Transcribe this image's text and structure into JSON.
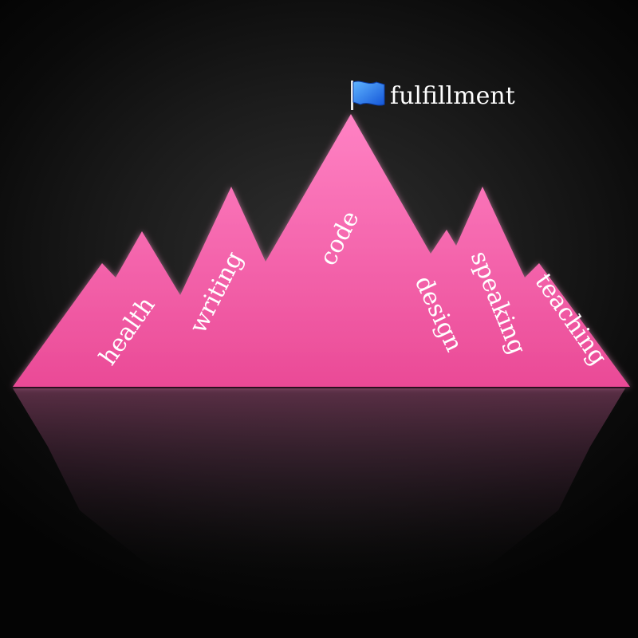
{
  "summit": {
    "label": "fulfillment",
    "icon": "flag-icon",
    "icon_color": "#1e6cf0"
  },
  "peaks": {
    "health": "health",
    "writing": "writing",
    "code": "code",
    "design": "design",
    "speaking": "speaking",
    "teaching": "teaching"
  },
  "colors": {
    "mountain_top": "#ff7bc0",
    "mountain_bottom": "#ec4d98",
    "background": "#1a1a1a",
    "reflection": "#5a2a44"
  }
}
